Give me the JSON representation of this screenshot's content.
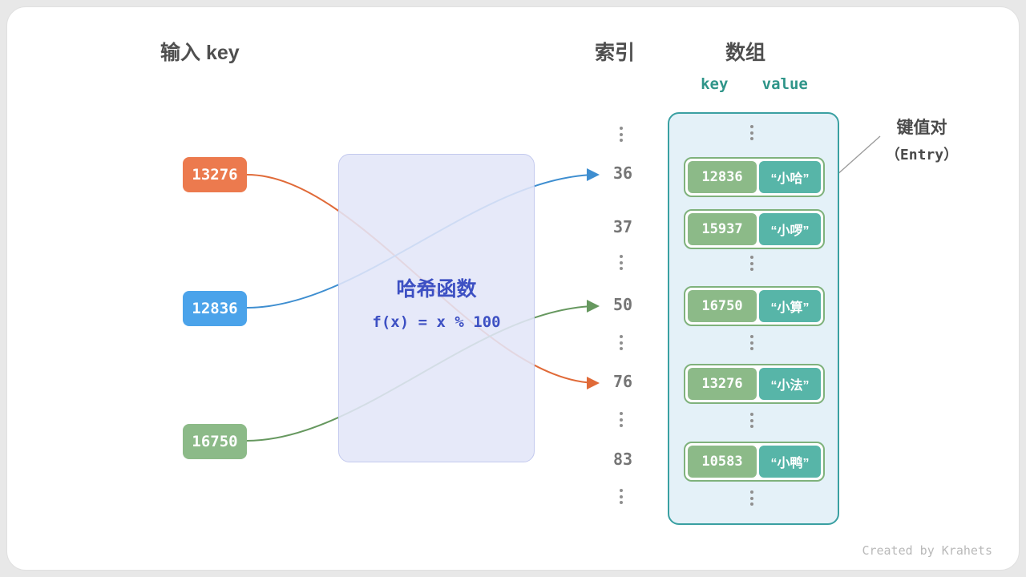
{
  "title_headers": {
    "input_key": "输入 key",
    "index": "索引",
    "array": "数组",
    "key_label": "key",
    "value_label": "value"
  },
  "input_keys": {
    "k1": "13276",
    "k2": "12836",
    "k3": "16750"
  },
  "hash_function": {
    "title": "哈希函数",
    "formula": "f(x) = x % 100"
  },
  "index_column": {
    "i1": "36",
    "i2": "37",
    "i3": "50",
    "i4": "76",
    "i5": "83"
  },
  "entries": [
    {
      "key": "12836",
      "value": "“小哈”"
    },
    {
      "key": "15937",
      "value": "“小啰”"
    },
    {
      "key": "16750",
      "value": "“小算”"
    },
    {
      "key": "13276",
      "value": "“小法”"
    },
    {
      "key": "10583",
      "value": "“小鸭”"
    }
  ],
  "entry_callout": {
    "line1": "键值对",
    "line2": "（Entry）"
  },
  "credit": "Created by Krahets",
  "colors": {
    "orange_key": "#ec7a4e",
    "blue_key": "#4ba3ea",
    "green_key": "#8cba88",
    "value_teal": "#57b5a8",
    "array_border": "#3aa0a2",
    "array_fill": "#e4f1f8",
    "hash_box_fill": "#e3e6f8",
    "hash_text": "#3d50c3",
    "arrow_orange": "#e06a38",
    "arrow_blue": "#3e8ed0",
    "arrow_green": "#66985f"
  }
}
